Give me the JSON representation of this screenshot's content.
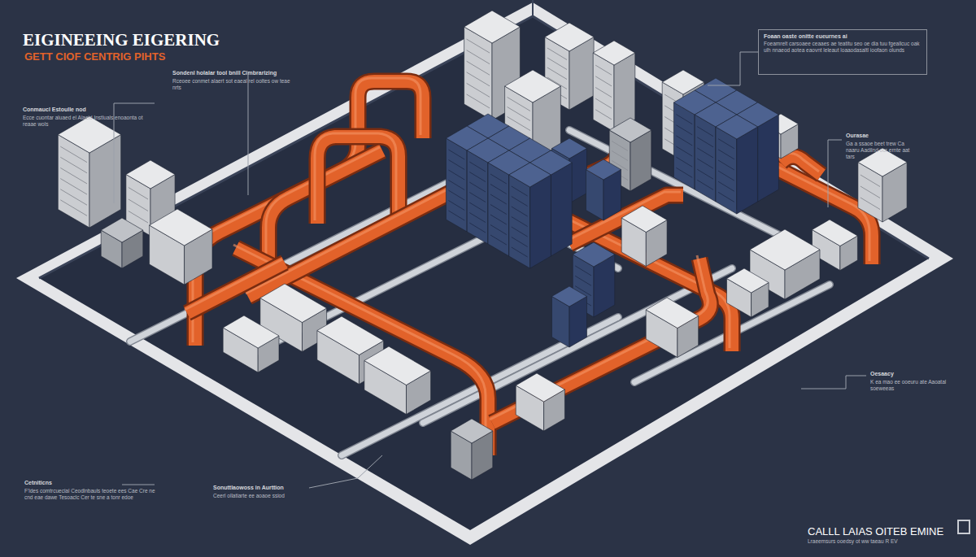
{
  "diagram": {
    "title": "EIGINEEING EIGERING",
    "nodes": [
      {
        "text": [
          "Foaan oaste onitte eueurnes ai",
          "Foeamrelt carsoaee ceaaes ae teatitu seo oe dia tuu fgeallcuc oak ulh nnaeod aotea eaovnt leleaut loaaodasaltl ioofaon olunds"
        ]
      }
    ],
    "labels": [
      "GETT CIOF CENTRIG PIHTS",
      "Sondenl holalar tool bnill Cimbrarizing",
      "Rceoee conmet alaert sot eaeal rel ooltes ow teae nrts",
      "Conmaucl Estoulle nod",
      "Ecce cuontar aluaed el Alaeid Instluals enoaonta ot reaae wols",
      "Ourasae",
      "Ga a ssaoe beet trew Ca naaru Aadilnd oor ernte aat tars",
      "Oesaacy",
      "K ea mao ee ooeuru ate Aaoatal soeweeas",
      "Cetniticns",
      "F'ldes comtrcuecial Ceodlnbauls teoete ees Cae Cre ne cnd eae dawe Tesoaclc Cer te sne a tonr edoe",
      "Sonuttlaowoss in Aurttion",
      "Ceerl ollatiarte ee aoaoe ssiod",
      "CALLL LAIAS OITEB EMINE",
      "Lraeemsurs ooedsy ot ww taeau R EV"
    ]
  }
}
